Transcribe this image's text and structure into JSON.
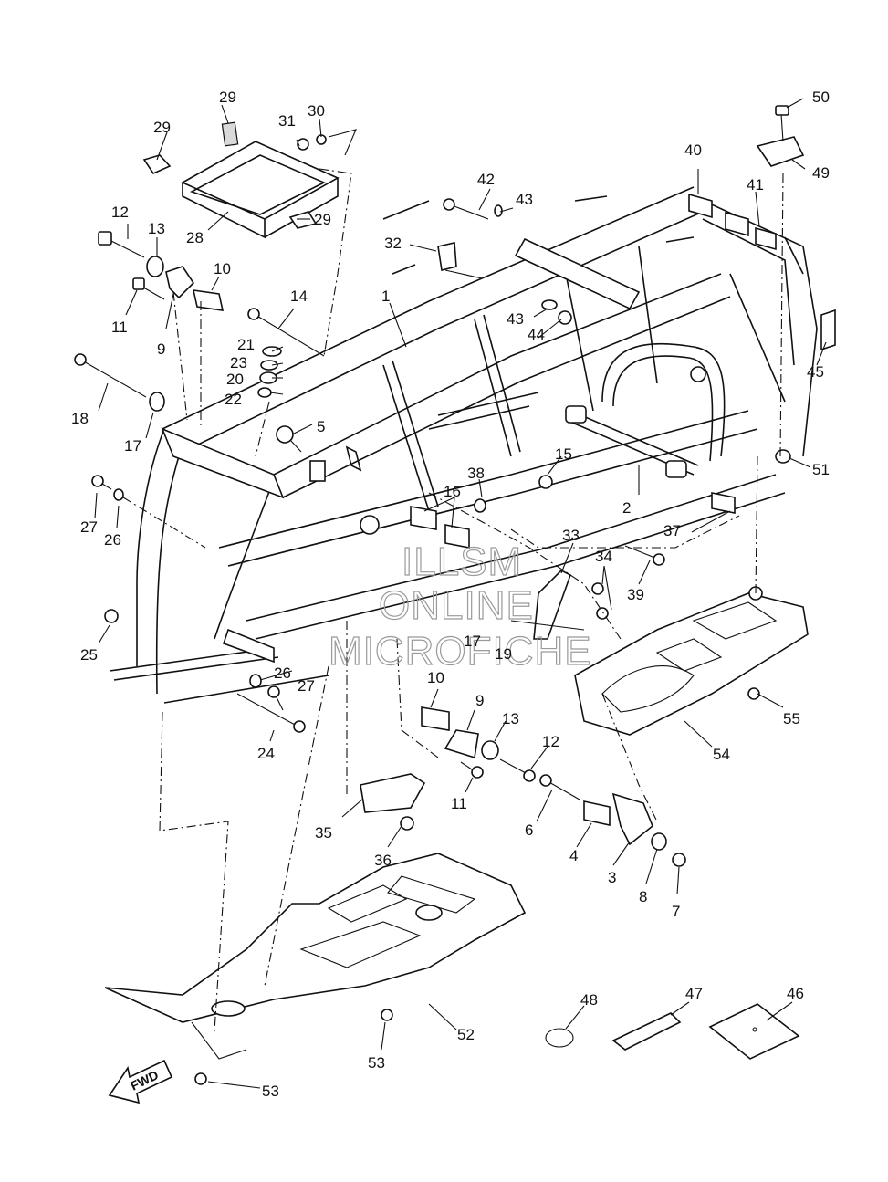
{
  "watermark": {
    "line1": "ILLSM",
    "line2": "ONLINE",
    "line3": "MICROFICHE"
  },
  "direction_badge": "FWD",
  "callouts": [
    {
      "id": "c1",
      "text": "1"
    },
    {
      "id": "c2",
      "text": "2"
    },
    {
      "id": "c3",
      "text": "3"
    },
    {
      "id": "c4",
      "text": "4"
    },
    {
      "id": "c5",
      "text": "5"
    },
    {
      "id": "c6",
      "text": "6"
    },
    {
      "id": "c7",
      "text": "7"
    },
    {
      "id": "c8",
      "text": "8"
    },
    {
      "id": "c9a",
      "text": "9"
    },
    {
      "id": "c9b",
      "text": "9"
    },
    {
      "id": "c10a",
      "text": "10"
    },
    {
      "id": "c10b",
      "text": "10"
    },
    {
      "id": "c11a",
      "text": "11"
    },
    {
      "id": "c11b",
      "text": "11"
    },
    {
      "id": "c12a",
      "text": "12"
    },
    {
      "id": "c12b",
      "text": "12"
    },
    {
      "id": "c13a",
      "text": "13"
    },
    {
      "id": "c13b",
      "text": "13"
    },
    {
      "id": "c14",
      "text": "14"
    },
    {
      "id": "c15",
      "text": "15"
    },
    {
      "id": "c16",
      "text": "16"
    },
    {
      "id": "c17a",
      "text": "17"
    },
    {
      "id": "c17b",
      "text": "17"
    },
    {
      "id": "c18",
      "text": "18"
    },
    {
      "id": "c19",
      "text": "19"
    },
    {
      "id": "c20",
      "text": "20"
    },
    {
      "id": "c21",
      "text": "21"
    },
    {
      "id": "c22",
      "text": "22"
    },
    {
      "id": "c23",
      "text": "23"
    },
    {
      "id": "c24",
      "text": "24"
    },
    {
      "id": "c25",
      "text": "25"
    },
    {
      "id": "c26a",
      "text": "26"
    },
    {
      "id": "c26b",
      "text": "26"
    },
    {
      "id": "c27a",
      "text": "27"
    },
    {
      "id": "c27b",
      "text": "27"
    },
    {
      "id": "c28",
      "text": "28"
    },
    {
      "id": "c29a",
      "text": "29"
    },
    {
      "id": "c29b",
      "text": "29"
    },
    {
      "id": "c29c",
      "text": "29"
    },
    {
      "id": "c30",
      "text": "30"
    },
    {
      "id": "c31",
      "text": "31"
    },
    {
      "id": "c32",
      "text": "32"
    },
    {
      "id": "c33",
      "text": "33"
    },
    {
      "id": "c34",
      "text": "34"
    },
    {
      "id": "c35",
      "text": "35"
    },
    {
      "id": "c36",
      "text": "36"
    },
    {
      "id": "c37",
      "text": "37"
    },
    {
      "id": "c38",
      "text": "38"
    },
    {
      "id": "c39",
      "text": "39"
    },
    {
      "id": "c40",
      "text": "40"
    },
    {
      "id": "c41",
      "text": "41"
    },
    {
      "id": "c42",
      "text": "42"
    },
    {
      "id": "c43a",
      "text": "43"
    },
    {
      "id": "c43b",
      "text": "43"
    },
    {
      "id": "c44",
      "text": "44"
    },
    {
      "id": "c45",
      "text": "45"
    },
    {
      "id": "c46",
      "text": "46"
    },
    {
      "id": "c47",
      "text": "47"
    },
    {
      "id": "c48",
      "text": "48"
    },
    {
      "id": "c49",
      "text": "49"
    },
    {
      "id": "c50",
      "text": "50"
    },
    {
      "id": "c51",
      "text": "51"
    },
    {
      "id": "c52",
      "text": "52"
    },
    {
      "id": "c53a",
      "text": "53"
    },
    {
      "id": "c53b",
      "text": "53"
    },
    {
      "id": "c54",
      "text": "54"
    },
    {
      "id": "c55",
      "text": "55"
    }
  ]
}
